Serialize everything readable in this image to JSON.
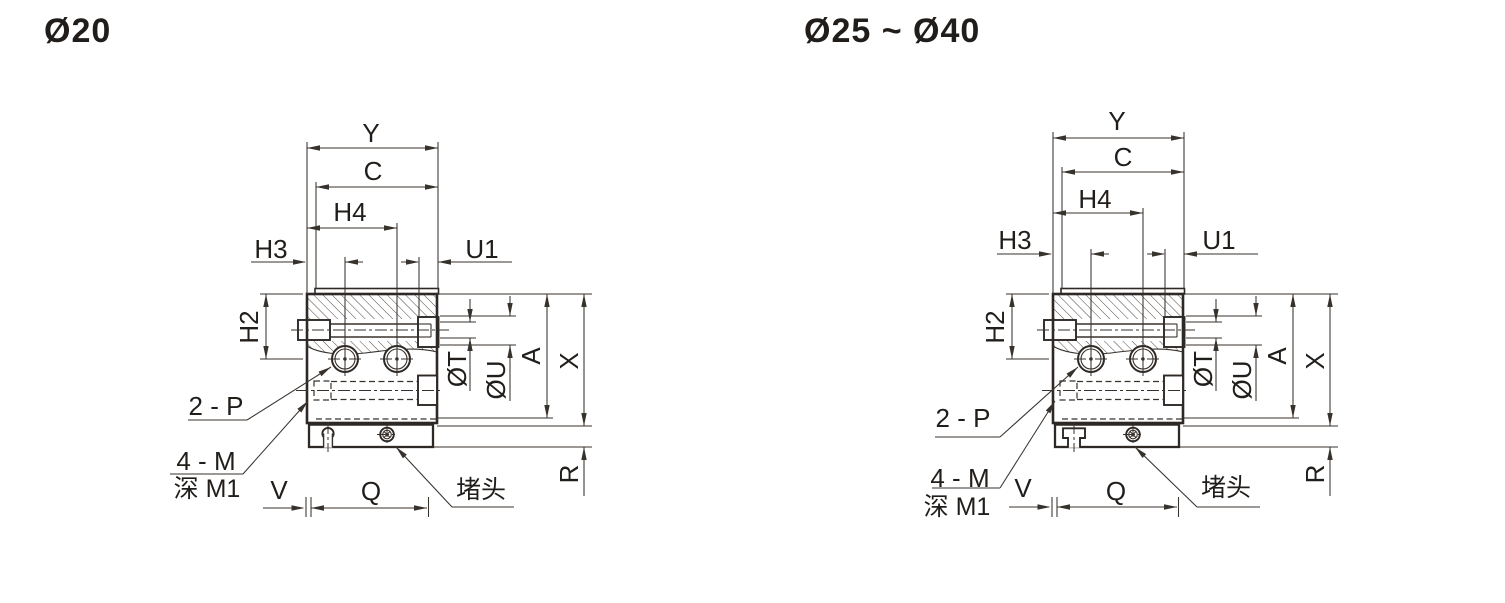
{
  "drawings": [
    {
      "title": "Ø20",
      "labels": {
        "y": "Y",
        "c": "C",
        "h4": "H4",
        "h3": "H3",
        "u1": "U1",
        "h2": "H2",
        "ot": "ØT",
        "ou": "ØU",
        "a": "A",
        "x": "X",
        "r": "R",
        "v": "V",
        "q": "Q",
        "p2": "2 - P",
        "m4": "4 - M",
        "depth": "深 M1",
        "plug": "堵头"
      }
    },
    {
      "title": "Ø25 ~ Ø40",
      "labels": {
        "y": "Y",
        "c": "C",
        "h4": "H4",
        "h3": "H3",
        "u1": "U1",
        "h2": "H2",
        "ot": "ØT",
        "ou": "ØU",
        "a": "A",
        "x": "X",
        "r": "R",
        "v": "V",
        "q": "Q",
        "p2": "2 - P",
        "m4": "4 - M",
        "depth": "深 M1",
        "plug": "堵头"
      }
    }
  ]
}
